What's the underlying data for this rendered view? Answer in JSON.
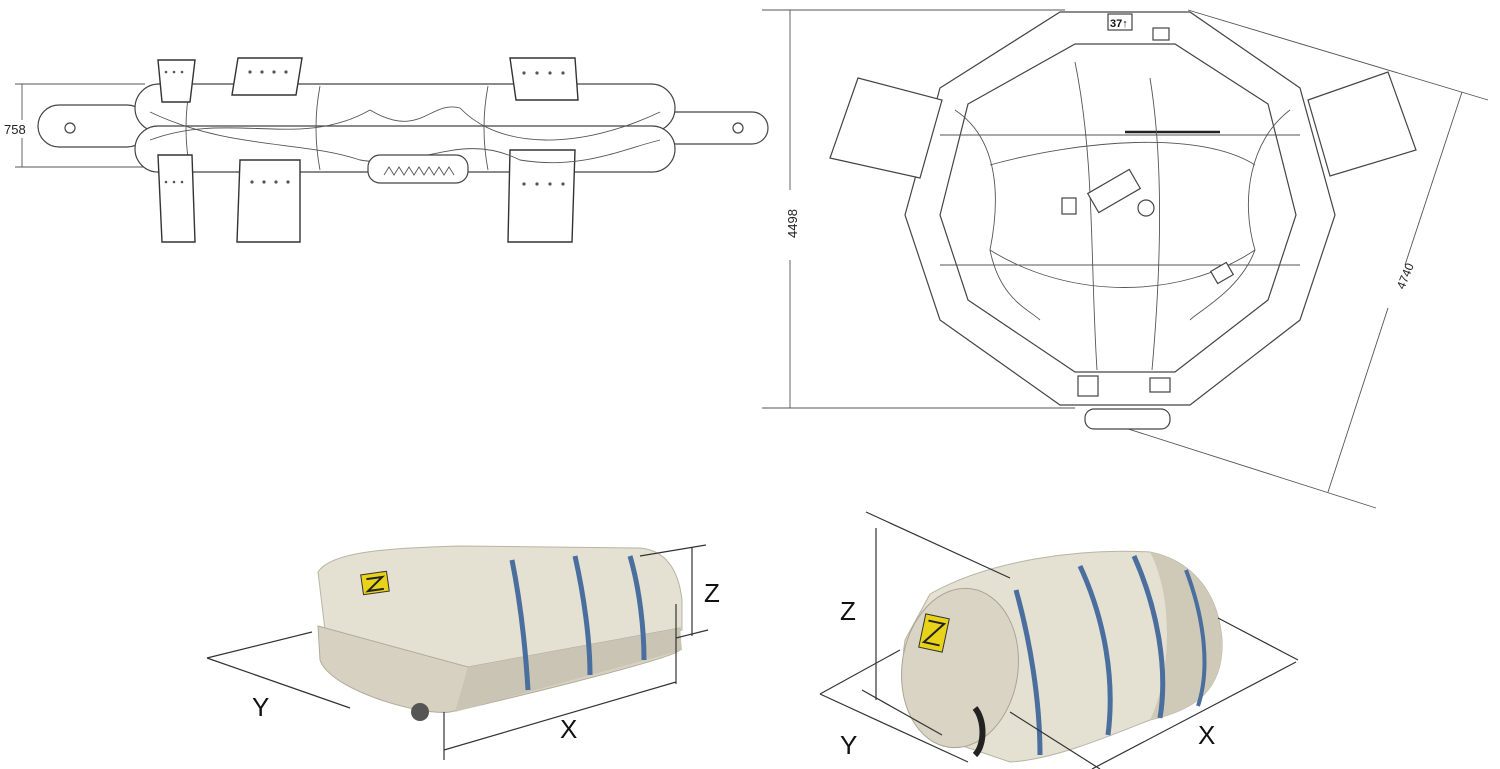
{
  "drawings": {
    "side_view": {
      "dimension_label": "758"
    },
    "top_view": {
      "height_dimension": "4498",
      "diagonal_dimension": "4740",
      "capacity_marking": "37↑"
    }
  },
  "photos": {
    "rectangular_container": {
      "x_label": "X",
      "y_label": "Y",
      "z_label": "Z"
    },
    "cylindrical_container": {
      "x_label": "X",
      "y_label": "Y",
      "z_label": "Z"
    }
  },
  "colors": {
    "container_body": "#e4e0d2",
    "container_shadow": "#c9c4b3",
    "strap": "#4a6e9e",
    "logo": "#e8d21a",
    "line": "#333333"
  }
}
